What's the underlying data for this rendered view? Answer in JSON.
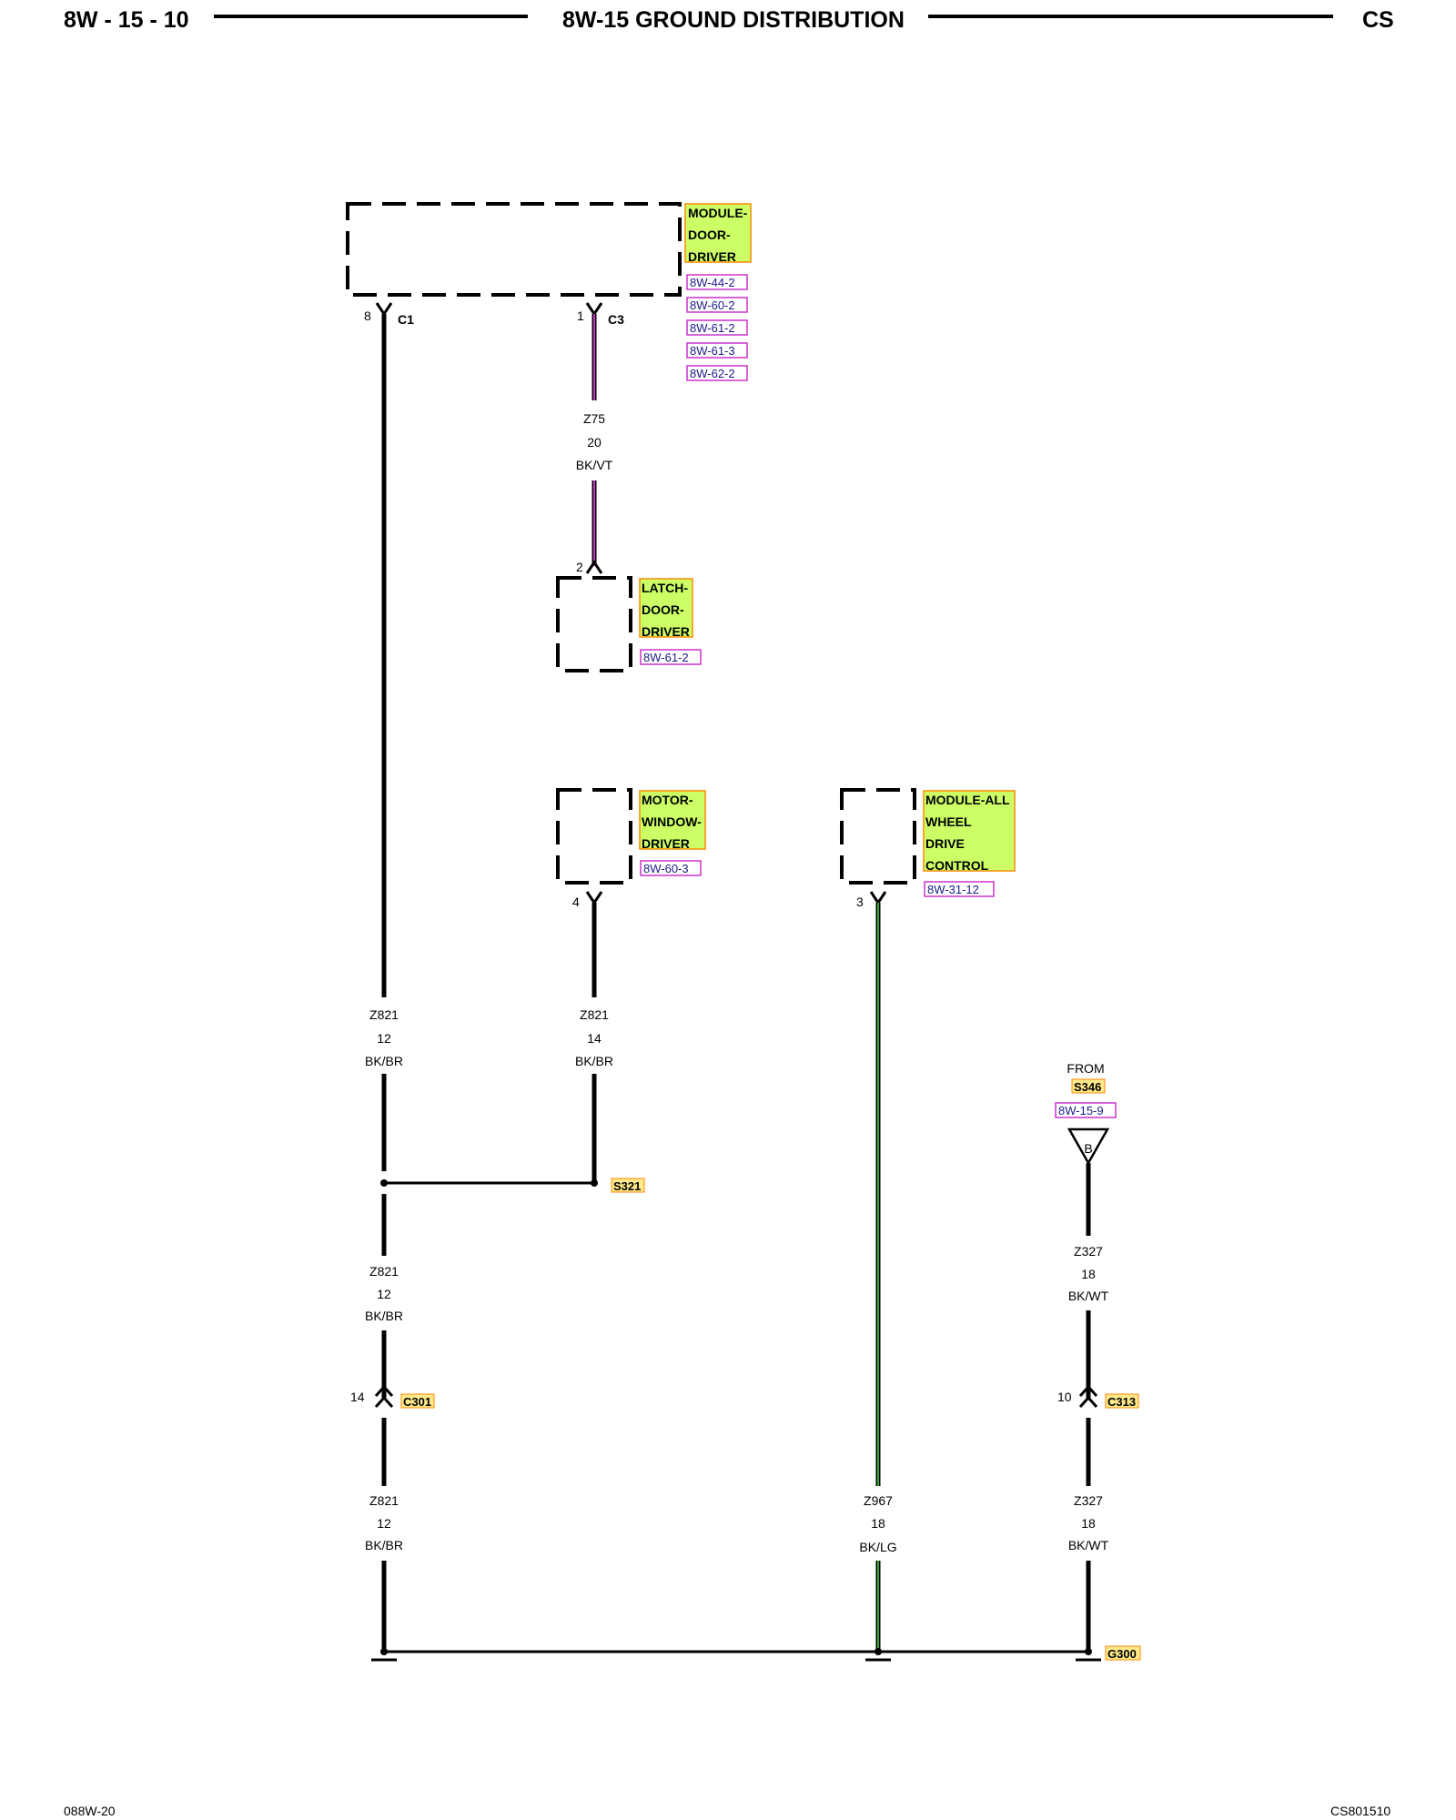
{
  "header": {
    "page_number": "8W - 15 - 10",
    "title": "8W-15 GROUND DISTRIBUTION",
    "code": "CS"
  },
  "footer": {
    "left_id": "088W-20",
    "right_id": "CS801510"
  },
  "colors": {
    "component_label_bg": "#ccff66",
    "component_label_border": "#ff8a00",
    "splice_label_bg": "#ffe98a",
    "ref_box_border": "#cc33cc",
    "ref_text": "#1a1a8c",
    "wire_black": "#000000",
    "wire_violet": "#cc33cc",
    "wire_green": "#33aa33"
  },
  "components": {
    "module_door_driver": {
      "name_lines": [
        "MODULE-",
        "DOOR-",
        "DRIVER"
      ],
      "refs": [
        "8W-44-2",
        "8W-60-2",
        "8W-61-2",
        "8W-61-3",
        "8W-62-2"
      ]
    },
    "latch_door_driver": {
      "name_lines": [
        "LATCH-",
        "DOOR-",
        "DRIVER"
      ],
      "refs": [
        "8W-61-2"
      ]
    },
    "motor_window_driver": {
      "name_lines": [
        "MOTOR-",
        "WINDOW-",
        "DRIVER"
      ],
      "refs": [
        "8W-60-3"
      ]
    },
    "module_awd_control": {
      "name_lines": [
        "MODULE-ALL",
        "WHEEL",
        "DRIVE",
        "CONTROL"
      ],
      "refs": [
        "8W-31-12"
      ]
    }
  },
  "pins": {
    "mdd_c1_pin": "8",
    "mdd_c1_conn": "C1",
    "mdd_c3_pin": "1",
    "mdd_c3_conn": "C3",
    "latch_pin": "2",
    "motor_pin": "4",
    "awd_pin": "3",
    "c301_pin": "14",
    "c313_pin": "10"
  },
  "wires": {
    "z75": {
      "circuit": "Z75",
      "gauge": "20",
      "color": "BK/VT"
    },
    "z821_left_upper": {
      "circuit": "Z821",
      "gauge": "12",
      "color": "BK/BR"
    },
    "z821_motor": {
      "circuit": "Z821",
      "gauge": "14",
      "color": "BK/BR"
    },
    "z821_left_mid": {
      "circuit": "Z821",
      "gauge": "12",
      "color": "BK/BR"
    },
    "z821_left_lower": {
      "circuit": "Z821",
      "gauge": "12",
      "color": "BK/BR"
    },
    "z967": {
      "circuit": "Z967",
      "gauge": "18",
      "color": "BK/LG"
    },
    "z327_upper": {
      "circuit": "Z327",
      "gauge": "18",
      "color": "BK/WT"
    },
    "z327_lower": {
      "circuit": "Z327",
      "gauge": "18",
      "color": "BK/WT"
    }
  },
  "splices": {
    "s321": "S321",
    "c301": "C301",
    "c313": "C313",
    "g300": "G300"
  },
  "from_ref": {
    "from_label": "FROM",
    "splice": "S346",
    "ref": "8W-15-9",
    "terminal": "B"
  }
}
